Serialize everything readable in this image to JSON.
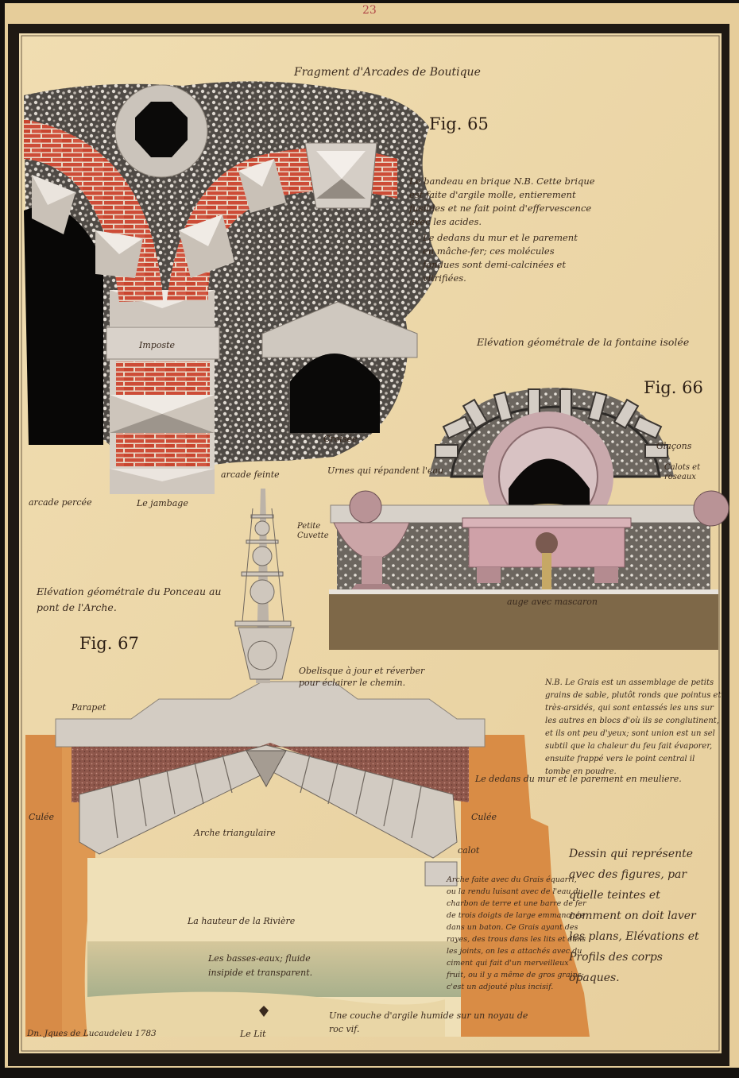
{
  "page_number": "23",
  "fig65": {
    "title": "Fragment d'Arcades de Boutique",
    "label": "Fig. 65",
    "note1": "Le bandeau en brique N.B. Cette brique est faite d'argile molle, entierement fusibles et ne fait point d'effervescence avec les acides.",
    "note2": "Le dedans du mur et le parement en mâche-fer; ces molécules fondues sont demi-calcinées et vitrifiées.",
    "imposte": "Imposte",
    "croisee": "Croisée",
    "arcade_feinte": "arcade feinte",
    "arcade_percee": "arcade percée",
    "jambage": "Le jambage"
  },
  "fig66": {
    "title": "Elévation géométrale de la fontaine isolée",
    "label": "Fig. 66",
    "glacons": "Glaçons",
    "calots": "Calots et roseaux",
    "urnes": "Urnes qui répandent l'eau",
    "petite_cuvette": "Petite Cuvette",
    "auge": "auge avec mascaron"
  },
  "fig67": {
    "title": "Elévation géométrale du Ponceau au pont de l'Arche.",
    "label": "Fig. 67",
    "obelisk": "Obelisque à jour et réverber pour éclairer le chemin.",
    "parapet": "Parapet",
    "culee_left": "Culée",
    "culee_right": "Culée",
    "arche": "Arche triangulaire",
    "calot": "calot",
    "dedans": "Le dedans du mur et le parement en meuliere.",
    "riviere": "La hauteur de la Rivière",
    "basses_eaux": "Les basses-eaux; fluide insipide et transparent.",
    "lit": "Le Lit",
    "couche": "Une couche d'argile humide sur un noyau de roc vif.",
    "nb_grais": "N.B. Le Grais est un assemblage de petits grains de sable, plutôt ronds que pointus et très-arsidés, qui sont entassés les uns sur les autres en blocs d'où ils se conglutinent, et ils ont peu d'yeux; sont union est un sel subtil que la chaleur du feu fait évaporer, ensuite frappé vers le point central il tombe en poudre.",
    "arche_note": "Arche faite avec du Grais équarri, ou la rendu luisant avec de l'eau du charbon de terre et une barre de fer de trois doigts de large emmanchée dans un baton. Ce Grais ayant des rayes, des trous dans les lits et dans les joints, on les a attachés avec du ciment qui fait d'un merveilleux fruit, ou il y a même de gros grains; c'est un adjouté plus incisif."
  },
  "caption": "Dessin qui représente avec des figures, par quelle teintes et comment on doit laver les plans, Elévations et Profils des corps opaques.",
  "signature": "Dn. Jques de Lucaudeleu 1783",
  "colors": {
    "paper": "#ecd9ad",
    "frame": "#211a14",
    "brick": "#c94b36",
    "stone": "#d6cfc6",
    "rubble": "#57514c",
    "ochre": "#d98c45",
    "fill": "#8a5046",
    "water": "#c9b98a",
    "rose": "#cfa0a6"
  }
}
